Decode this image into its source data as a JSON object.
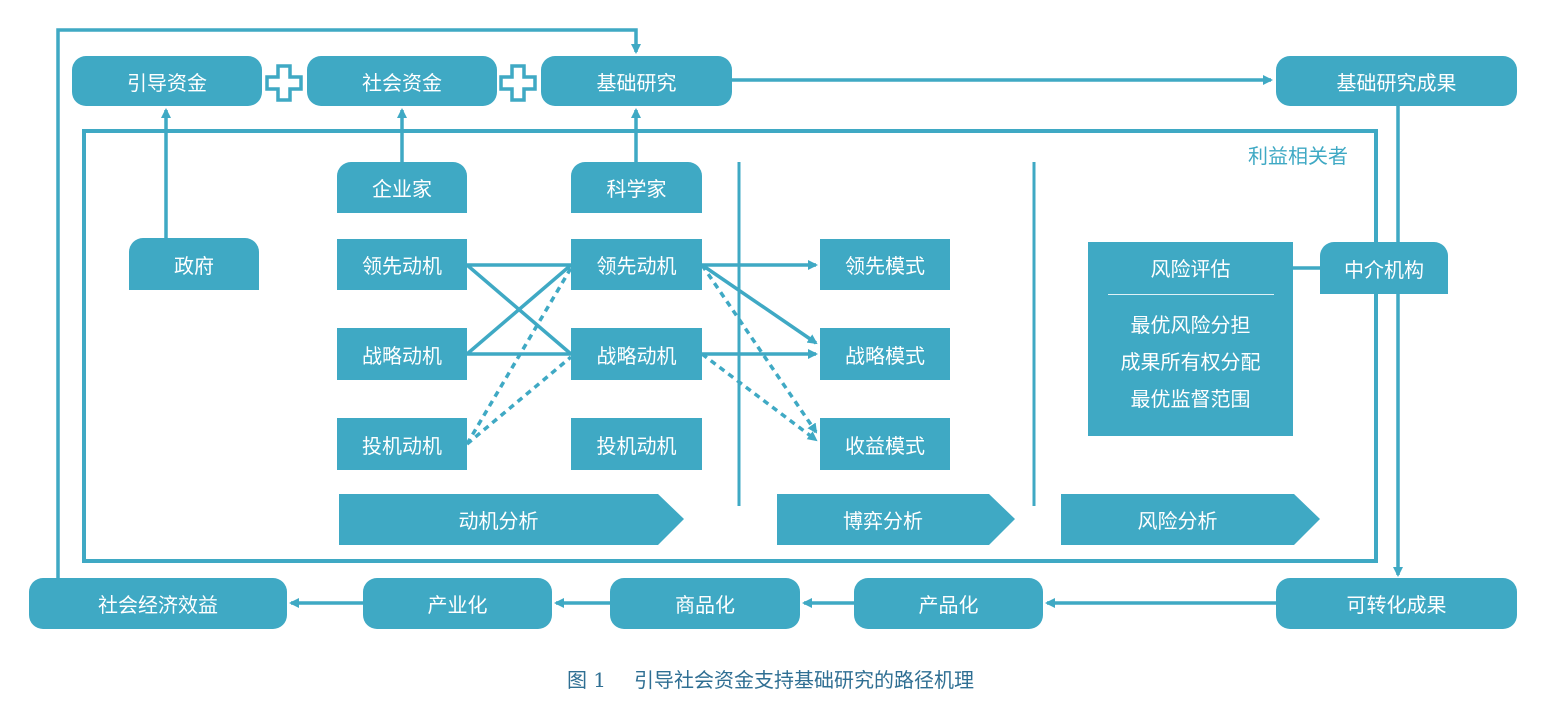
{
  "funding": {
    "guide_fund": "引导资金",
    "social_fund": "社会资金",
    "basic_research": "基础研究",
    "basic_research_outcome": "基础研究成果"
  },
  "stakeholders_label": "利益相关者",
  "actors": {
    "government": "政府",
    "entrepreneur": "企业家",
    "scientist": "科学家",
    "intermediary": "中介机构"
  },
  "entrepreneur_motives": [
    "领先动机",
    "战略动机",
    "投机动机"
  ],
  "scientist_motives": [
    "领先动机",
    "战略动机",
    "投机动机"
  ],
  "modes": [
    "领先模式",
    "战略模式",
    "收益模式"
  ],
  "risk": {
    "title": "风险评估",
    "items": [
      "最优风险分担",
      "成果所有权分配",
      "最优监督范围"
    ]
  },
  "phases": {
    "motive": "动机分析",
    "game": "博弈分析",
    "risk": "风险分析"
  },
  "chain": {
    "convertible": "可转化成果",
    "productization": "产品化",
    "commercialization": "商品化",
    "industrialization": "产业化",
    "socioeconomic": "社会经济效益"
  },
  "caption": {
    "number": "图 1",
    "title": "引导社会资金支持基础研究的路径机理"
  },
  "colors": {
    "primary": "#3fa9c4",
    "caption": "#2f6f93"
  }
}
